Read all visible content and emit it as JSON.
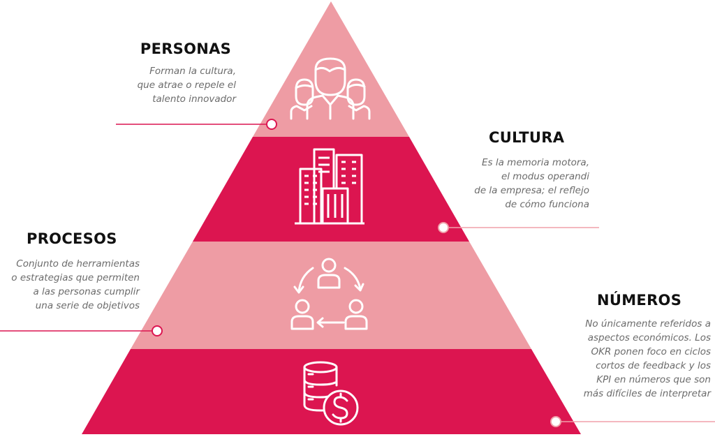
{
  "colors": {
    "light": "#ee9ca4",
    "dark": "#dc1550",
    "icon": "#ffffff",
    "connector": "#dc1550",
    "connector_light": "#f0a0aa"
  },
  "levels": [
    {
      "title": "PERSONAS",
      "description": [
        "Forman la cultura,",
        "que atrae o repele el",
        "talento innovador"
      ],
      "icon": "people-group-icon"
    },
    {
      "title": "CULTURA",
      "description": [
        "Es la memoria motora,",
        "el modus operandi",
        "de la empresa; el reflejo",
        "de cómo funciona"
      ],
      "icon": "buildings-icon"
    },
    {
      "title": "PROCESOS",
      "description": [
        "Conjunto de herramientas",
        "o estrategias que permiten",
        "a las personas cumplir",
        "una serie de objetivos"
      ],
      "icon": "process-cycle-icon"
    },
    {
      "title": "NÚMEROS",
      "description": [
        "No únicamente referidos a",
        "aspectos económicos. Los",
        "OKR ponen foco en ciclos",
        "cortos de feedback y los",
        "KPI en números que son",
        "más difíciles de interpretar"
      ],
      "icon": "database-dollar-icon"
    }
  ]
}
